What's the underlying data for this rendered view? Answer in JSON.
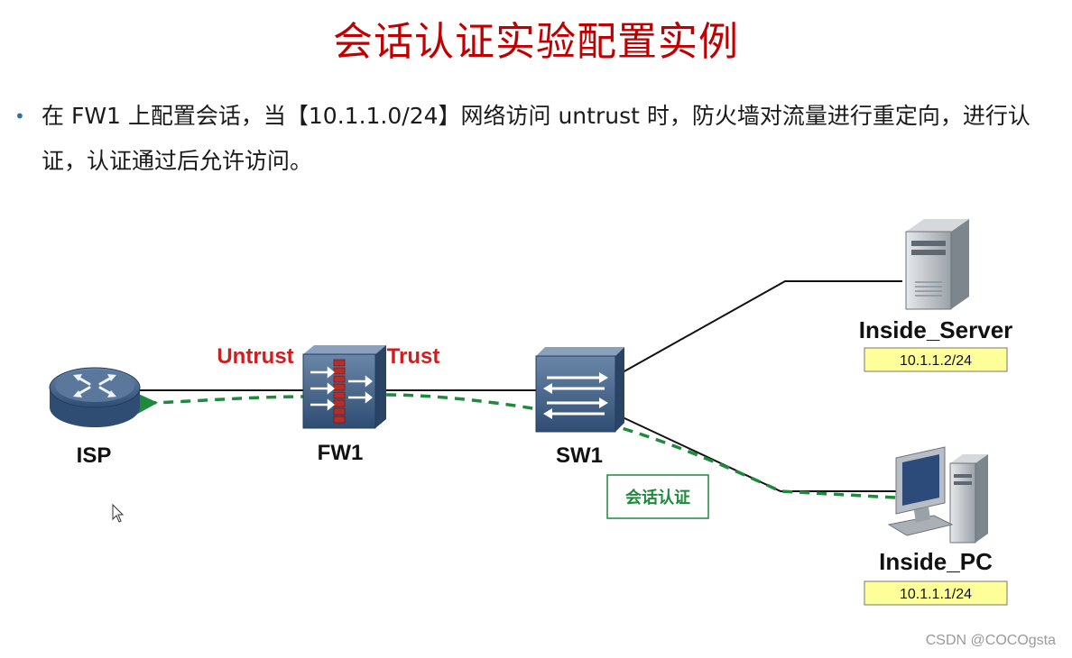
{
  "title": "会话认证实验配置实例",
  "bullet": "在 FW1 上配置会话，当【10.1.1.0/24】网络访问 untrust 时，防火墙对流量进行重定向，进行认证，认证通过后允许访问。",
  "devices": {
    "isp": "ISP",
    "fw1": "FW1",
    "sw1": "SW1",
    "server": "Inside_Server",
    "pc": "Inside_PC"
  },
  "zones": {
    "untrust": "Untrust",
    "trust": "Trust"
  },
  "ip": {
    "server": "10.1.1.2/24",
    "pc": "10.1.1.1/24"
  },
  "session_auth_label": "会话认证",
  "watermark": "CSDN @COCOgsta",
  "colors": {
    "title": "#c00000",
    "zone": "#cc1f1f",
    "flow": "#1e8a3c",
    "ip_box": "#ffff99"
  }
}
